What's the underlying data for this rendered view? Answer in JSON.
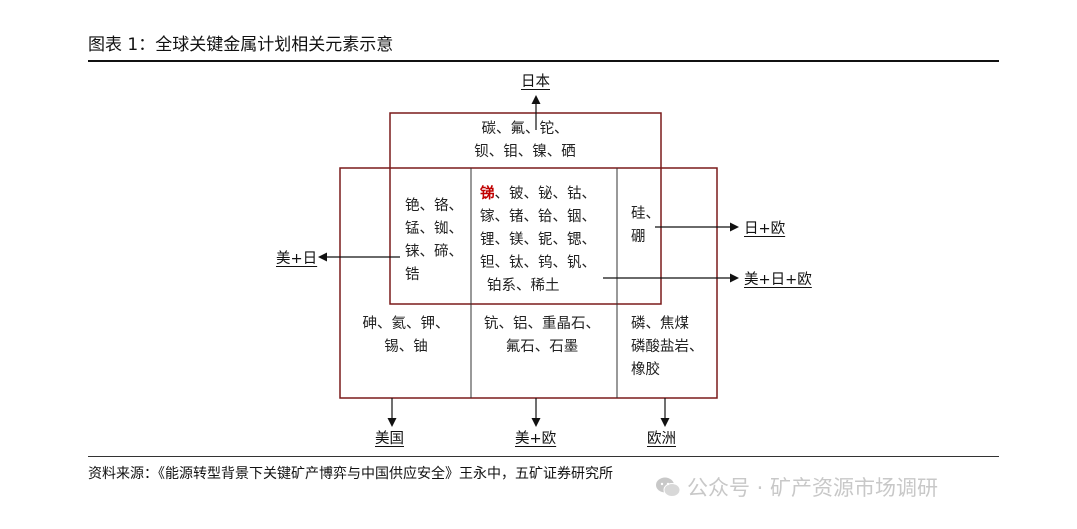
{
  "title": "图表 1：全球关键金属计划相关元素示意",
  "regions": {
    "japan": "日本",
    "us_japan": "美+日",
    "japan_europe": "日+欧",
    "us_japan_europe": "美+日+欧",
    "us": "美国",
    "us_europe": "美+欧",
    "europe": "欧洲"
  },
  "elements": {
    "japan_top": [
      "碳、氟、铊、",
      "钡、钼、镍、硒"
    ],
    "left_middle": [
      "铯、铬、",
      "锰、铷、",
      "铼、碲、",
      "锆"
    ],
    "center_highlight": "锑",
    "center_rest": "、铍、铋、钴、",
    "center_lines": [
      "镓、锗、铪、铟、",
      "锂、镁、铌、锶、",
      "钽、钛、钨、钒、",
      "铂系、稀土"
    ],
    "right_middle": [
      "硅、",
      "硼"
    ],
    "bottom_left": [
      "砷、氦、钾、",
      "锡、铀"
    ],
    "bottom_center": [
      "钪、铝、重晶石、",
      "氟石、石墨"
    ],
    "bottom_right": [
      "磷、焦煤",
      "磷酸盐岩、",
      "橡胶"
    ]
  },
  "source": "资料来源：《能源转型背景下关键矿产博弈与中国供应安全》王永中，五矿证券研究所",
  "watermark": "公众号 · 矿产资源市场调研",
  "colors": {
    "japan_box": "#7a1a1a",
    "highlight": "#c00000"
  }
}
